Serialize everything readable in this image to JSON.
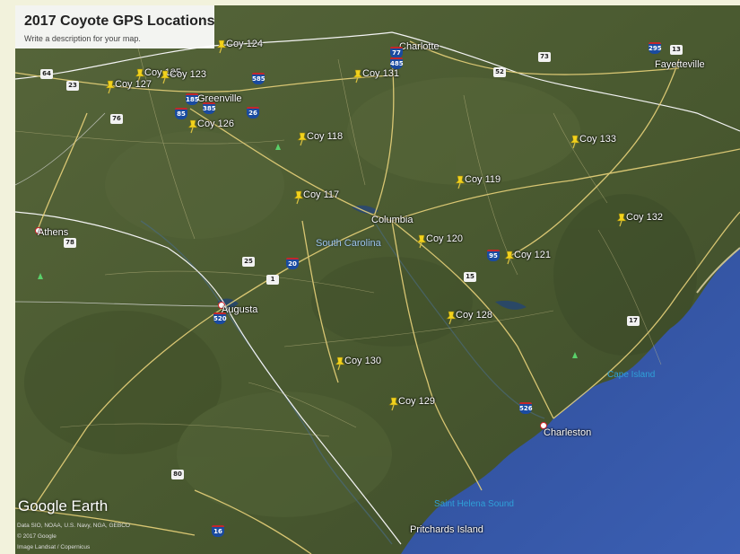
{
  "header": {
    "title": "2017 Coyote GPS Locations",
    "subtitle": "Write a description for your map."
  },
  "brand": {
    "name": "Google Earth"
  },
  "attribution": {
    "line1": "Data SIO, NOAA, U.S. Navy, NGA, GEBCO",
    "line2": "© 2017 Google",
    "line3": "Image Landsat / Copernicus"
  },
  "places": {
    "charlotte": "Charlotte",
    "fayetteville": "Fayetteville",
    "greenville": "Greenville",
    "athens": "Athens",
    "columbia": "Columbia",
    "south_carolina": "South Carolina",
    "augusta": "Augusta",
    "charleston": "Charleston",
    "cape_island": "Cape Island",
    "saint_helena": "Saint Helena Sound",
    "pritchards": "Pritchards Island"
  },
  "locations": [
    {
      "label": "Coy 124"
    },
    {
      "label": "Coy 125"
    },
    {
      "label": "Coy 123"
    },
    {
      "label": "Coy 127"
    },
    {
      "label": "Coy 131"
    },
    {
      "label": "Coy 126"
    },
    {
      "label": "Coy 118"
    },
    {
      "label": "Coy 133"
    },
    {
      "label": "Coy 119"
    },
    {
      "label": "Coy 117"
    },
    {
      "label": "Coy 132"
    },
    {
      "label": "Coy 120"
    },
    {
      "label": "Coy 121"
    },
    {
      "label": "Coy 128"
    },
    {
      "label": "Coy 130"
    },
    {
      "label": "Coy 129"
    }
  ],
  "route_shields": {
    "i77": "77",
    "i485": "485",
    "i585": "585",
    "i85": "85",
    "i385": "385",
    "i26": "26",
    "i185": "185",
    "i95": "95",
    "i20": "20",
    "i520": "520",
    "i526": "526",
    "i16": "16",
    "i295": "295",
    "us73": "73",
    "us52": "52",
    "us64": "64",
    "us23": "23",
    "us76": "76",
    "us78": "78",
    "us25": "25",
    "us1": "1",
    "us15": "15",
    "us17": "17",
    "us80": "80",
    "us13": "13"
  },
  "colors": {
    "land": "#4a5a32",
    "ocean": "#3553a0",
    "pin": "#f2d21c",
    "road": "#e8d27a"
  },
  "icons": {
    "pin": "pushpin-icon",
    "park": "park-icon"
  }
}
